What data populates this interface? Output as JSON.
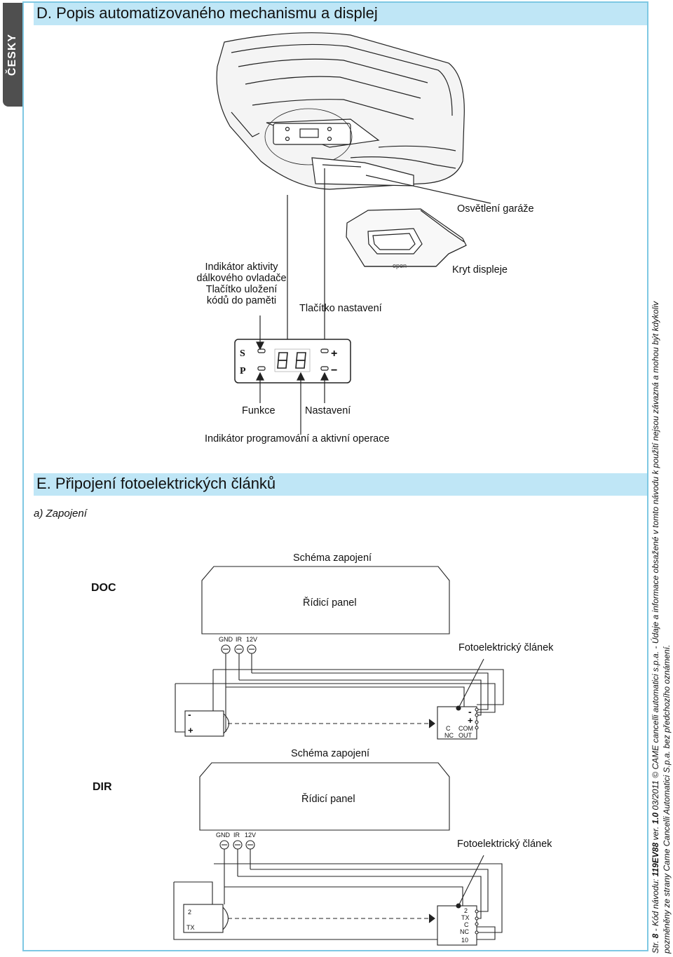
{
  "language_tab": "ČESKY",
  "section_d": {
    "title": "D.  Popis automatizovaného mechanismu a displej"
  },
  "section_e": {
    "title": "E.  Připojení fotoelektrických článků"
  },
  "diagram_d": {
    "label_garage_light": "Osvětlení garáže",
    "label_display_cover": "Kryt displeje",
    "cover_text": "open",
    "label_remote_indicator_1": "Indikátor aktivity",
    "label_remote_indicator_2": "dálkového ovladače",
    "label_save_button_1": "Tlačítko uložení",
    "label_save_button_2": "kódů do paměti",
    "label_setting_button": "Tlačítko nastavení",
    "label_function": "Funkce",
    "label_setting": "Nastavení",
    "label_program_indicator": "Indikátor programování a aktivní operace",
    "panel_s": "S",
    "panel_p": "P",
    "panel_plus": "+",
    "panel_minus": "−"
  },
  "subsection_a": "a)    Zapojení",
  "doc": {
    "label": "DOC",
    "schema": "Schéma zapojení",
    "panel": "Řídicí panel",
    "photocell": "Fotoelektrický článek",
    "terminals": [
      "GND",
      "IR",
      "12V"
    ],
    "tx_minus": "-",
    "tx_plus": "+",
    "rx_minus": "-",
    "rx_plus": "+",
    "rx_c": "C",
    "rx_com": "COM",
    "rx_nc": "NC",
    "rx_out": "OUT"
  },
  "dir": {
    "label": "DIR",
    "schema": "Schéma zapojení",
    "panel": "Řídicí panel",
    "photocell": "Fotoelektrický článek",
    "terminals": [
      "GND",
      "IR",
      "12V"
    ],
    "tx_2": "2",
    "tx_tx": "TX",
    "rx_pins": [
      "2",
      "TX",
      "C",
      "NC",
      "10"
    ]
  },
  "footer": {
    "line1_prefix": "Str.",
    "line1_page": "8",
    "line1_code_label": "- Kód návodu:",
    "line1_code": "119EV88",
    "line1_ver_label": "ver.",
    "line1_ver": "1.0",
    "line1_rest": "03/2011 © CAME cancelli automatici s.p.a. - Údaje a informace obsažené v tomto návodu k použití nejsou závazná a mohou být kdykoliv",
    "line2": "pozměněny ze strany Came Cancelli Automatici S.p.a. bez předchozího oznámení."
  }
}
